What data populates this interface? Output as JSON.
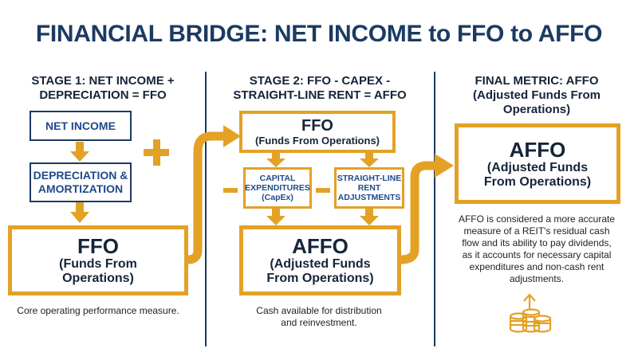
{
  "title": "FINANCIAL BRIDGE: NET INCOME to FFO to AFFO",
  "stage1": {
    "heading_line1": "STAGE 1: NET INCOME +",
    "heading_line2": "DEPRECIATION = FFO",
    "net_income": "NET INCOME",
    "depreciation_line1": "DEPRECIATION &",
    "depreciation_line2": "AMORTIZATION",
    "plus": "+",
    "ffo_title": "FFO",
    "ffo_sub_line1": "(Funds From",
    "ffo_sub_line2": "Operations)",
    "caption": "Core operating performance measure."
  },
  "stage2": {
    "heading_line1": "STAGE 2: FFO - CAPEX -",
    "heading_line2": "STRAIGHT-LINE RENT = AFFO",
    "ffo_title": "FFO",
    "ffo_sub": "(Funds From Operations)",
    "capex_line1": "CAPITAL",
    "capex_line2": "EXPENDITURES",
    "capex_line3": "(CapEx)",
    "slr_line1": "STRAIGHT-LINE",
    "slr_line2": "RENT",
    "slr_line3": "ADJUSTMENTS",
    "affo_title": "AFFO",
    "affo_sub_line1": "(Adjusted Funds",
    "affo_sub_line2": "From Operations)",
    "caption_line1": "Cash available for distribution",
    "caption_line2": "and reinvestment."
  },
  "final": {
    "heading_line1": "FINAL METRIC: AFFO",
    "heading_line2": "(Adjusted Funds From",
    "heading_line3": "Operations)",
    "affo_title": "AFFO",
    "affo_sub_line1": "(Adjusted Funds",
    "affo_sub_line2": "From Operations)",
    "desc_line1": "AFFO is considered a more accurate",
    "desc_line2": "measure of a REIT's residual cash",
    "desc_line3": "flow and its ability to pay dividends,",
    "desc_line4": "as it accounts for necessary capital",
    "desc_line5": "expenditures and non-cash rent",
    "desc_line6": "adjustments."
  },
  "icons": {
    "down_arrow": "down-arrow-icon",
    "plus": "plus-icon",
    "minus": "minus-icon",
    "flow_arrow": "flow-arrow-icon",
    "coins": "coin-stack-icon"
  },
  "colors": {
    "navy": "#1b3a63",
    "blue_text": "#1f4a8a",
    "gold": "#e3a126"
  }
}
